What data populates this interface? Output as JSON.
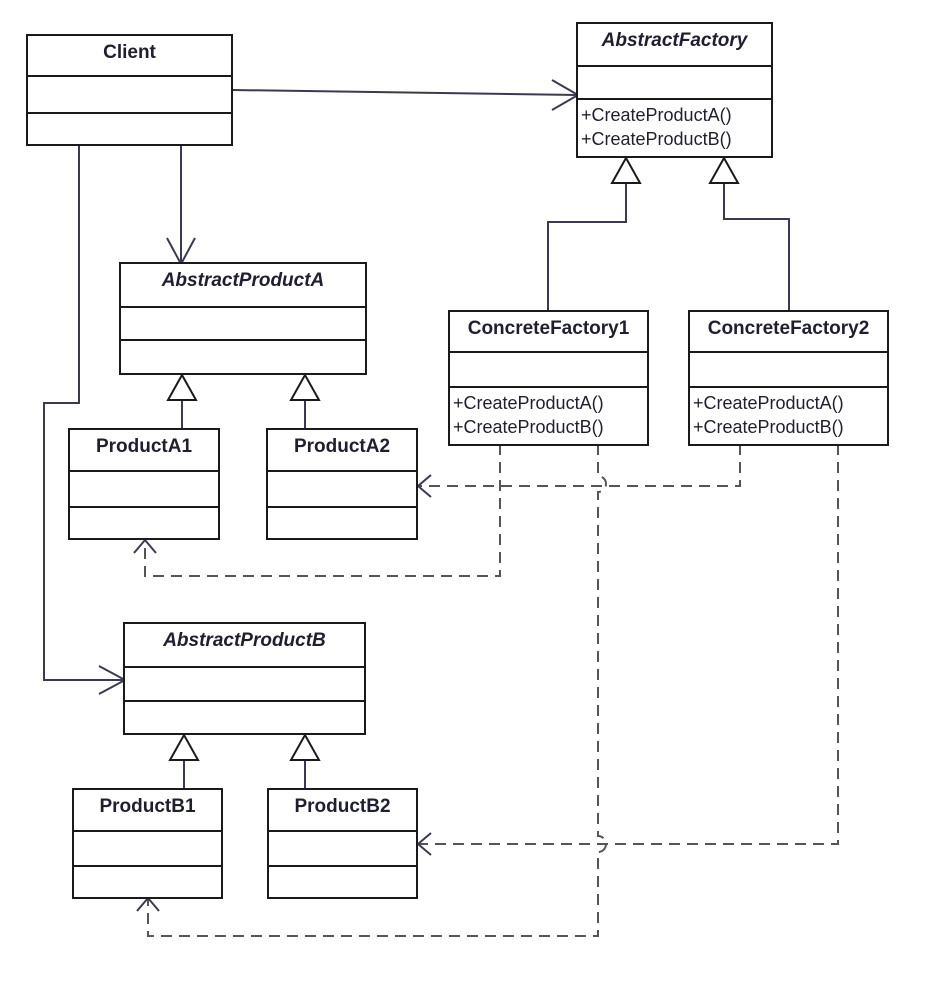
{
  "classes": {
    "client": {
      "name": "Client"
    },
    "abstract_factory": {
      "name": "AbstractFactory",
      "ops": [
        "+CreateProductA()",
        "+CreateProductB()"
      ]
    },
    "concrete_factory_1": {
      "name": "ConcreteFactory1",
      "ops": [
        "+CreateProductA()",
        "+CreateProductB()"
      ]
    },
    "concrete_factory_2": {
      "name": "ConcreteFactory2",
      "ops": [
        "+CreateProductA()",
        "+CreateProductB()"
      ]
    },
    "abstract_product_a": {
      "name": "AbstractProductA"
    },
    "product_a1": {
      "name": "ProductA1"
    },
    "product_a2": {
      "name": "ProductA2"
    },
    "abstract_product_b": {
      "name": "AbstractProductB"
    },
    "product_b1": {
      "name": "ProductB1"
    },
    "product_b2": {
      "name": "ProductB2"
    }
  },
  "relations": [
    {
      "from": "Client",
      "to": "AbstractFactory",
      "type": "association"
    },
    {
      "from": "Client",
      "to": "AbstractProductA",
      "type": "association"
    },
    {
      "from": "Client",
      "to": "AbstractProductB",
      "type": "association"
    },
    {
      "from": "ConcreteFactory1",
      "to": "AbstractFactory",
      "type": "generalization"
    },
    {
      "from": "ConcreteFactory2",
      "to": "AbstractFactory",
      "type": "generalization"
    },
    {
      "from": "ProductA1",
      "to": "AbstractProductA",
      "type": "generalization"
    },
    {
      "from": "ProductA2",
      "to": "AbstractProductA",
      "type": "generalization"
    },
    {
      "from": "ProductB1",
      "to": "AbstractProductB",
      "type": "generalization"
    },
    {
      "from": "ProductB2",
      "to": "AbstractProductB",
      "type": "generalization"
    },
    {
      "from": "ConcreteFactory1",
      "to": "ProductA1",
      "type": "dependency"
    },
    {
      "from": "ConcreteFactory1",
      "to": "ProductB1",
      "type": "dependency"
    },
    {
      "from": "ConcreteFactory2",
      "to": "ProductA2",
      "type": "dependency"
    },
    {
      "from": "ConcreteFactory2",
      "to": "ProductB2",
      "type": "dependency"
    }
  ]
}
